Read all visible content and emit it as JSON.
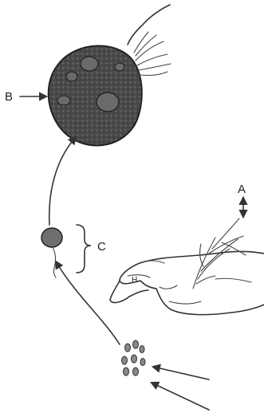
{
  "labels": {
    "a": "A",
    "b": "B",
    "c": "C",
    "h": "H"
  },
  "colors": {
    "ink": "#333333",
    "cell_fill": "#4a4a4a",
    "cell_dark": "#2b2b2b",
    "small_cell_fill": "#6e6e6e",
    "background": "#ffffff"
  }
}
